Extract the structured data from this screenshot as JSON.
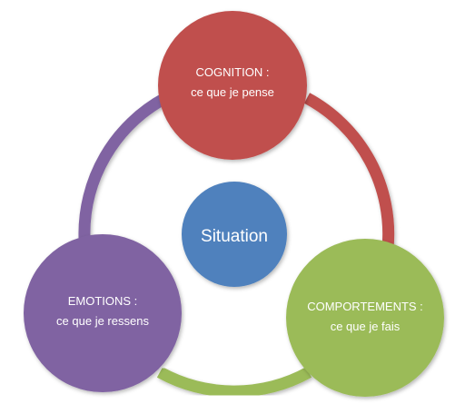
{
  "diagram": {
    "center": {
      "label": "Situation",
      "color": "#4f81bd"
    },
    "nodes": [
      {
        "id": "cognition",
        "line1": "COGNITION :",
        "line2": "ce que je pense",
        "color": "#c0504d"
      },
      {
        "id": "comportements",
        "line1": "COMPORTEMENTS :",
        "line2": "ce que je fais",
        "color": "#9bbb59"
      },
      {
        "id": "emotions",
        "line1": "EMOTIONS :",
        "line2": "ce que je ressens",
        "color": "#8064a2"
      }
    ]
  }
}
